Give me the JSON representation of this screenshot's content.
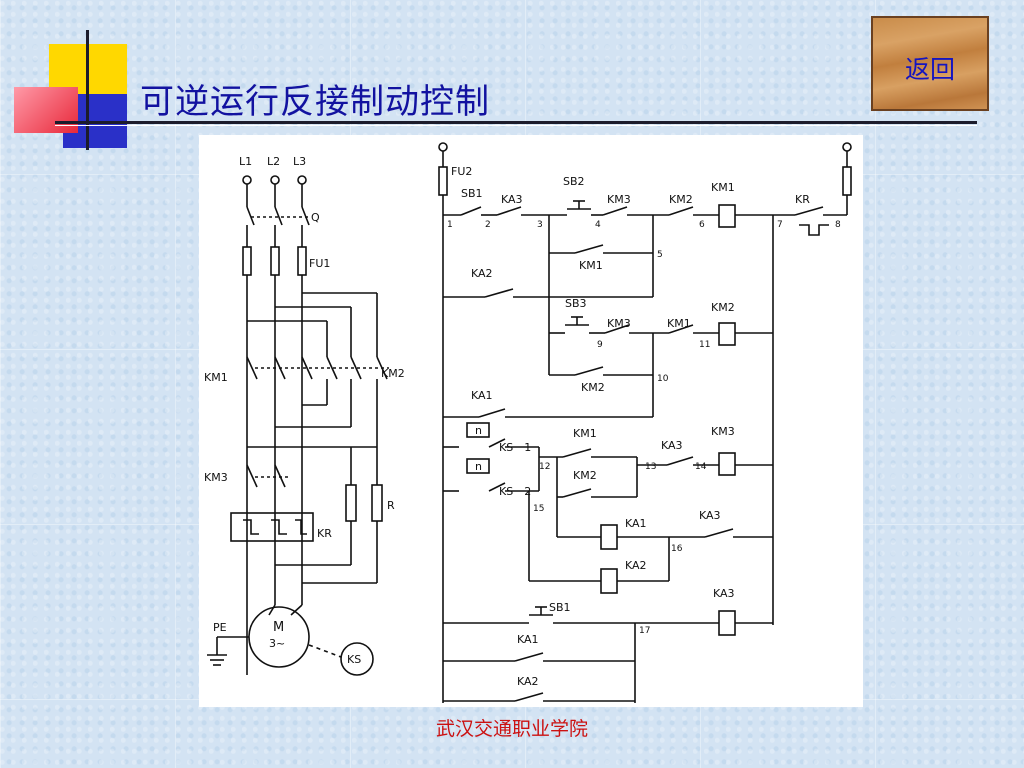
{
  "slide": {
    "title": "可逆运行反接制动控制",
    "back_label": "返回",
    "footer": "武汉交通职业学院"
  },
  "diagram": {
    "power_labels": {
      "phases": [
        "L1",
        "L2",
        "L3"
      ],
      "switch": "Q",
      "fuse_main": "FU1",
      "contactor_fwd": "KM1",
      "contactor_rev": "KM2",
      "contactor_brake": "KM3",
      "thermal_relay": "KR",
      "resistor": "R",
      "motor": "M",
      "motor_sub": "3~",
      "speed_relay": "KS",
      "earth": "PE"
    },
    "control_labels": {
      "fuse_ctrl": "FU2",
      "sb1": "SB1",
      "sb2": "SB2",
      "sb3": "SB3",
      "ka1": "KA1",
      "ka2": "KA2",
      "ka3": "KA3",
      "km1": "KM1",
      "km2": "KM2",
      "km3": "KM3",
      "kr": "KR",
      "ks1": "KS－1",
      "ks2": "KS－2",
      "n": "n"
    },
    "node_numbers": [
      "1",
      "2",
      "3",
      "4",
      "5",
      "6",
      "7",
      "8",
      "9",
      "10",
      "11",
      "12",
      "13",
      "14",
      "15",
      "16",
      "17"
    ]
  }
}
